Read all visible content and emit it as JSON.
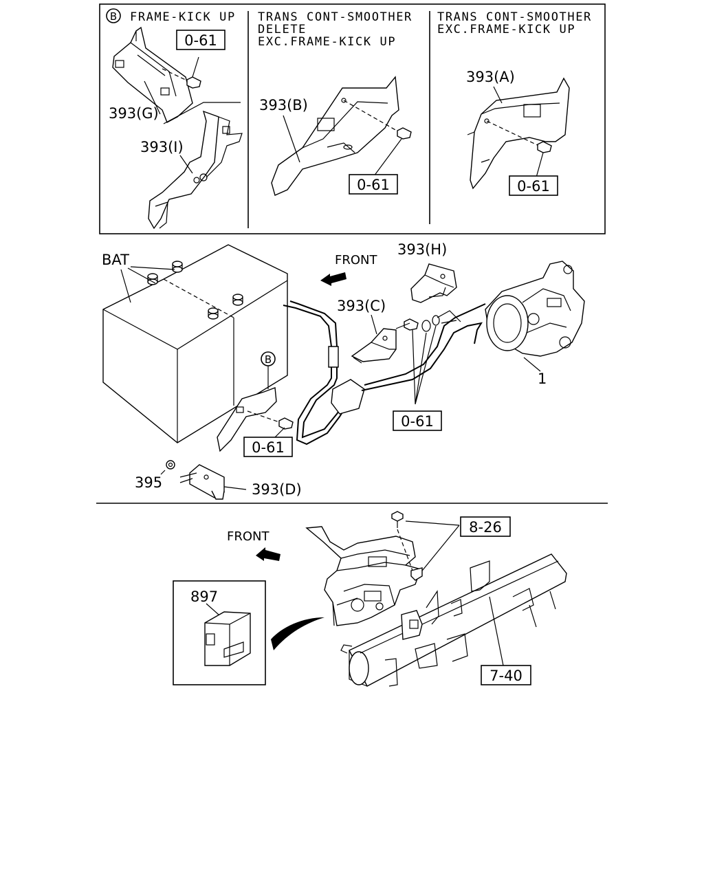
{
  "inset": {
    "circle_letter": "B",
    "col1_title": "FRAME-KICK UP",
    "col2_title_lines": [
      "TRANS CONT-SMOOTHER",
      "DELETE",
      "EXC.FRAME-KICK UP"
    ],
    "col3_title_lines": [
      "TRANS CONT-SMOOTHER",
      "EXC.FRAME-KICK UP"
    ],
    "col1_ref": "0-61",
    "col1_parts": [
      "393(G)",
      "393(I)"
    ],
    "col2_part": "393(B)",
    "col2_ref": "0-61",
    "col3_part": "393(A)",
    "col3_ref": "0-61"
  },
  "main": {
    "battery_label": "BAT",
    "front_label": "FRONT",
    "circle_letter": "B",
    "parts": [
      "393(H)",
      "393(C)",
      "1",
      "395",
      "393(D)"
    ],
    "refs": [
      "0-61",
      "0-61"
    ]
  },
  "lower": {
    "front_label": "FRONT",
    "part_897": "897",
    "ref_826": "8-26",
    "ref_740": "7-40"
  }
}
